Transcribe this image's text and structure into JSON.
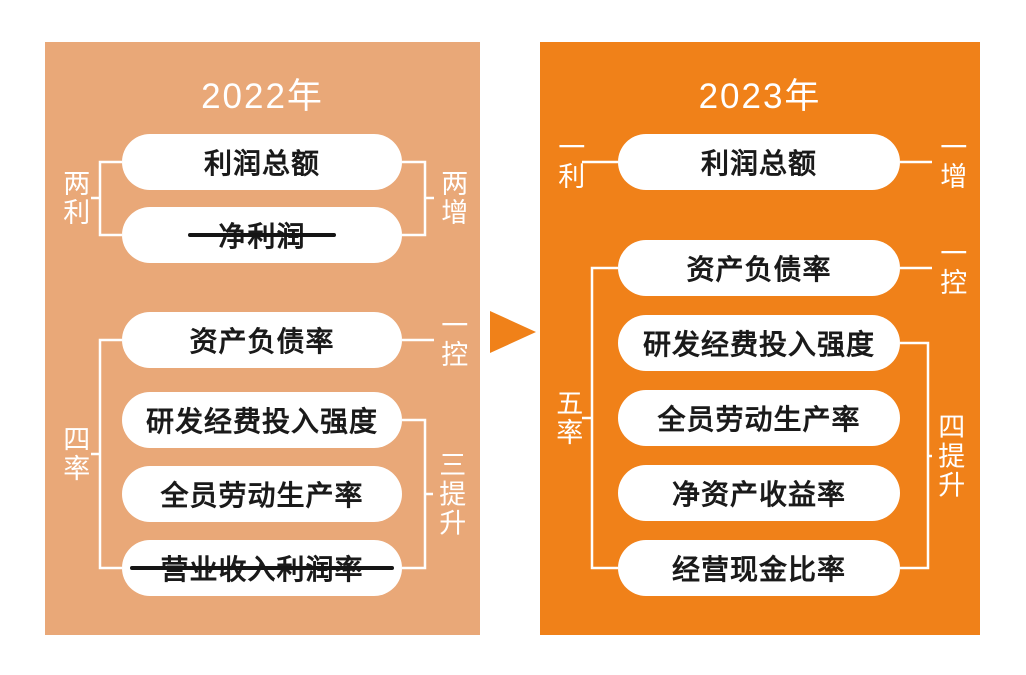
{
  "panels": {
    "left": {
      "title": "2022年",
      "top_group": {
        "left_label": "两利",
        "right_label": "两增",
        "items": [
          {
            "label": "利润总额",
            "strikethrough": false
          },
          {
            "label": "净利润",
            "strikethrough": true
          }
        ]
      },
      "bottom_group": {
        "left_label": "四率",
        "right_label": "三提升",
        "first_item_right_label": "一控",
        "items": [
          {
            "label": "资产负债率",
            "strikethrough": false
          },
          {
            "label": "研发经费投入强度",
            "strikethrough": false
          },
          {
            "label": "全员劳动生产率",
            "strikethrough": false
          },
          {
            "label": "营业收入利润率",
            "strikethrough": true
          }
        ]
      }
    },
    "right": {
      "title": "2023年",
      "top_group": {
        "left_label": "一利",
        "right_label": "一增",
        "items": [
          {
            "label": "利润总额",
            "strikethrough": false
          }
        ]
      },
      "bottom_group": {
        "left_label": "五率",
        "right_label": "四提升",
        "first_item_right_label": "一控",
        "items": [
          {
            "label": "资产负债率",
            "strikethrough": false
          },
          {
            "label": "研发经费投入强度",
            "strikethrough": false
          },
          {
            "label": "全员劳动生产率",
            "strikethrough": false
          },
          {
            "label": "净资产收益率",
            "strikethrough": false
          },
          {
            "label": "经营现金比率",
            "strikethrough": false
          }
        ]
      }
    }
  },
  "colors": {
    "left_panel_bg": "#E9A878",
    "right_panel_bg": "#F08119",
    "arrow_color": "#F08119",
    "pill_bg": "#FFFFFF",
    "pill_text": "#1A1A1A",
    "panel_text": "#FFFFFF"
  }
}
